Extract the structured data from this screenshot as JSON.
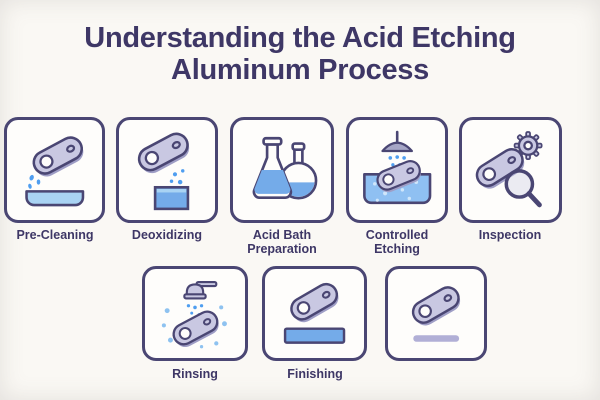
{
  "title": {
    "line1": "Understanding the Acid Etching",
    "line2": "Aluminum Process"
  },
  "steps": [
    {
      "label": "Pre-Cleaning",
      "icon": "part-drip-tray-icon"
    },
    {
      "label": "Deoxidizing",
      "icon": "part-drip-bath-icon"
    },
    {
      "label": "Acid Bath Preparation",
      "icon": "acid-flasks-icon"
    },
    {
      "label": "Controlled Etching",
      "icon": "shower-etch-tank-icon"
    },
    {
      "label": "Inspection",
      "icon": "magnifier-gear-icon"
    },
    {
      "label": "Rinsing",
      "icon": "faucet-spray-icon"
    },
    {
      "label": "Finishing",
      "icon": "part-on-plate-icon"
    },
    {
      "label": "",
      "icon": "finished-part-icon"
    }
  ],
  "colors": {
    "background": "#faf8f4",
    "ink": "#4a4673",
    "title": "#3e3766",
    "boxbg": "#fefdfb",
    "partfill": "#c9c8e2",
    "partshade": "#9f9ec6",
    "bluelight": "#a9d3f3",
    "bluemid": "#74abe9",
    "bluetank": "#8fc0f2",
    "droplet": "#4f9ef0",
    "bubble": "#cfe6fb",
    "splash": "#8ec2f0",
    "metal": "#a6a6c6",
    "lavbar": "#b1afd6"
  }
}
